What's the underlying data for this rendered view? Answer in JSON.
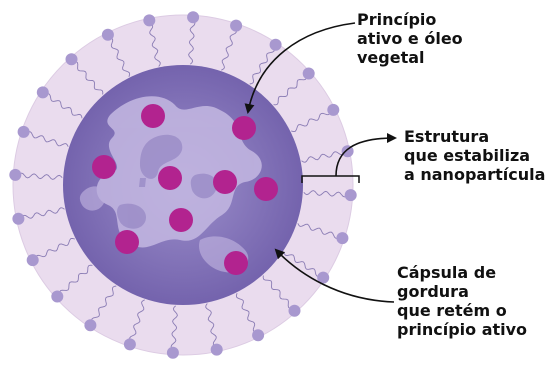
{
  "labels": {
    "principio": "Princípio\nativo e óleo\nvegetal",
    "estrutura": "Estrutura\nque estabiliza\na nanopartícula",
    "capsula": "Cápsula de\ngordura\nque retém o\nprincípio ativo"
  },
  "colors": {
    "outer_shell": "#eadcee",
    "outer_shell_stroke": "#dccbe3",
    "core": "#8c7dc1",
    "core_dark": "#6f5fa9",
    "core_light_pattern": "#c4b8e2",
    "active_dots": "#b2238f",
    "lipid_head": "#a898cf",
    "lipid_tail": "#8a7cb4",
    "text": "#111111",
    "arrow": "#111111"
  }
}
